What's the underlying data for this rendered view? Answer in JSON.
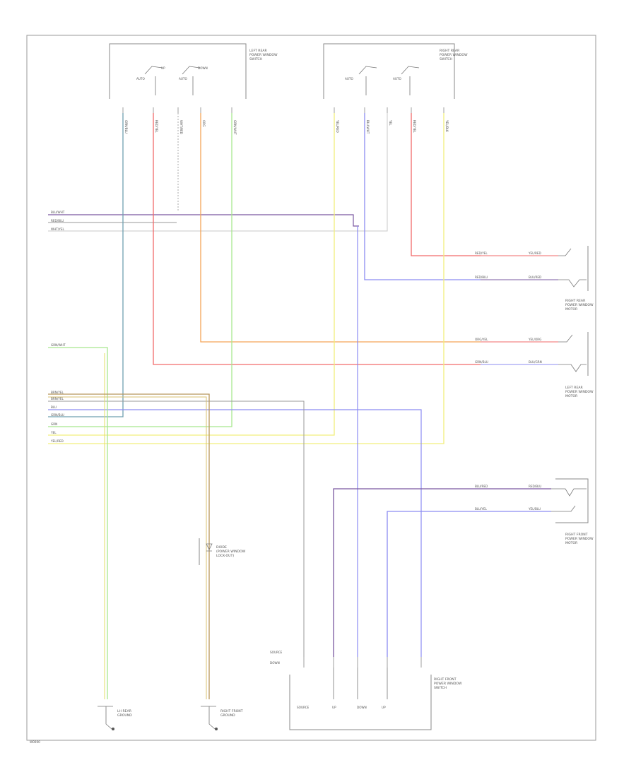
{
  "components": {
    "left_rear_door_module": [
      "LEFT REAR",
      "POWER WINDOW",
      "SWITCH"
    ],
    "right_rear_door_module": [
      "RIGHT REAR",
      "POWER WINDOW",
      "SWITCH"
    ],
    "right_rear_motor": [
      "RIGHT REAR",
      "POWER WINDOW",
      "MOTOR"
    ],
    "left_rear_motor": [
      "LEFT REAR",
      "POWER WINDOW",
      "MOTOR"
    ],
    "right_front_motor": [
      "RIGHT FRONT",
      "POWER WINDOW",
      "MOTOR"
    ],
    "right_front_switch": [
      "RIGHT FRONT",
      "POWER WINDOW",
      "SWITCH"
    ],
    "diode": [
      "DIODE",
      "(POWER WINDOW",
      "LOCK-OUT)"
    ],
    "left_ground": [
      "LH REAR",
      "GROUND"
    ],
    "right_ground": [
      "RIGHT FRONT",
      "GROUND"
    ]
  },
  "switch_labels": {
    "up": "UP",
    "down": "DOWN",
    "auto": "AUTO"
  },
  "wire_colors": {
    "grn_blu": "GRN/BLU",
    "red_yel": "RED/YEL",
    "wht": "WHT/RED",
    "org": "ORG",
    "grn_wht": "GRN/WHT",
    "yel_red": "YEL/RED",
    "blu": "BLU/WHT",
    "yel": "YEL",
    "red": "RED/YEL",
    "yel_blk": "YEL/BLK"
  },
  "left_bus_labels": {
    "top": [
      "BLU/WHT",
      "RED/BLU",
      "WHT/YEL"
    ],
    "grn": "GRN/WHT",
    "bottom": [
      "BRN/YEL",
      "BRN/YEL",
      "BLU",
      "GRN/BLU",
      "GRN",
      "YEL",
      "YEL/RED"
    ]
  },
  "motor_wire_labels": {
    "rr_top": [
      "RED/YEL",
      "YEL/RED"
    ],
    "rr_bottom": [
      "RED/BLU",
      "BLU/RED"
    ],
    "lr_top": [
      "ORG/YEL",
      "YEL/ORG"
    ],
    "lr_bottom": [
      "GRN/BLU",
      "BLU/GRN"
    ],
    "rf_top": [
      "BLU/RED",
      "RED/BLU"
    ],
    "rf_bottom": [
      "BLU/YEL",
      "YEL/BLU"
    ]
  },
  "bottom_module_labels": {
    "pins": [
      "SOURCE",
      "DOWN"
    ],
    "inside": [
      "SOURCE",
      "UP",
      "DOWN",
      "UP"
    ]
  },
  "colors": {
    "yellow": "#f2ef7c",
    "green": "#a8e88e",
    "red": "#f26a6a",
    "blue": "#8c8cf2",
    "orange": "#f5a458",
    "teal": "#6fa0b0",
    "brown": "#b8965c",
    "gray": "#9a9a9a",
    "purple": "#7a58a0"
  },
  "footer_code": "W0000"
}
